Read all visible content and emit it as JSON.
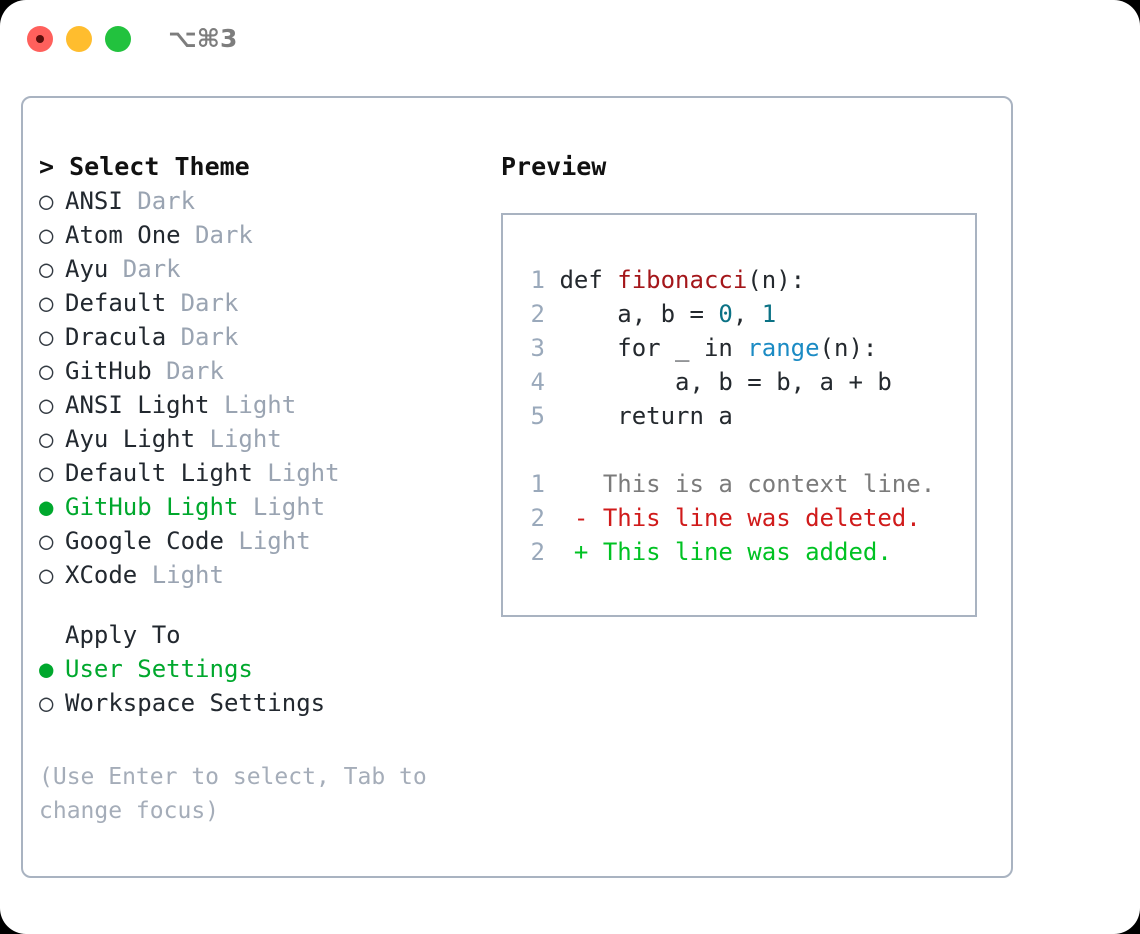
{
  "titlebar": {
    "shortcut": "⌥⌘3",
    "buttons": [
      {
        "name": "close",
        "color": "#ff605c"
      },
      {
        "name": "minimize",
        "color": "#ffbd2e"
      },
      {
        "name": "maximize",
        "color": "#22c23e"
      }
    ]
  },
  "theme_picker": {
    "heading": "> Select Theme",
    "marker_selected": "●",
    "marker_unselected": "○",
    "accent_color": "#00a82d",
    "badge_color": "#9aa4b2",
    "items": [
      {
        "marker": "○",
        "label": "ANSI",
        "badge": "Dark",
        "selected": false
      },
      {
        "marker": "○",
        "label": "Atom One",
        "badge": "Dark",
        "selected": false
      },
      {
        "marker": "○",
        "label": "Ayu",
        "badge": "Dark",
        "selected": false
      },
      {
        "marker": "○",
        "label": "Default",
        "badge": "Dark",
        "selected": false
      },
      {
        "marker": "○",
        "label": "Dracula",
        "badge": "Dark",
        "selected": false
      },
      {
        "marker": "○",
        "label": "GitHub",
        "badge": "Dark",
        "selected": false
      },
      {
        "marker": "○",
        "label": "ANSI Light",
        "badge": "Light",
        "selected": false
      },
      {
        "marker": "○",
        "label": "Ayu Light",
        "badge": "Light",
        "selected": false
      },
      {
        "marker": "○",
        "label": "Default Light",
        "badge": "Light",
        "selected": false
      },
      {
        "marker": "●",
        "label": "GitHub Light",
        "badge": "Light",
        "selected": true
      },
      {
        "marker": "○",
        "label": "Google Code",
        "badge": "Light",
        "selected": false
      },
      {
        "marker": "○",
        "label": "XCode",
        "badge": "Light",
        "selected": false
      }
    ]
  },
  "apply_to": {
    "heading": "Apply To",
    "options": [
      {
        "marker": "●",
        "label": "User Settings",
        "selected": true
      },
      {
        "marker": "○",
        "label": "Workspace Settings",
        "selected": false
      }
    ]
  },
  "hint": "(Use Enter to select, Tab to change focus)",
  "preview": {
    "heading": "Preview",
    "code_lines": [
      {
        "num": "1",
        "segments": [
          {
            "text": "def ",
            "style": "plain"
          },
          {
            "text": "fibonacci",
            "style": "fn"
          },
          {
            "text": "(n):",
            "style": "plain"
          }
        ]
      },
      {
        "num": "2",
        "segments": [
          {
            "text": "    a, b = ",
            "style": "plain"
          },
          {
            "text": "0",
            "style": "num"
          },
          {
            "text": ", ",
            "style": "plain"
          },
          {
            "text": "1",
            "style": "num"
          }
        ]
      },
      {
        "num": "3",
        "segments": [
          {
            "text": "    for _ in ",
            "style": "plain"
          },
          {
            "text": "range",
            "style": "call"
          },
          {
            "text": "(n):",
            "style": "plain"
          }
        ]
      },
      {
        "num": "4",
        "segments": [
          {
            "text": "        a, b = b, a + b",
            "style": "plain"
          }
        ]
      },
      {
        "num": "5",
        "segments": [
          {
            "text": "    return a",
            "style": "plain"
          }
        ]
      }
    ],
    "diff_lines": [
      {
        "num": "1",
        "sign": "  ",
        "text": "This is a context line.",
        "style": "ctx"
      },
      {
        "num": "2",
        "sign": "- ",
        "text": "This line was deleted.",
        "style": "del"
      },
      {
        "num": "2",
        "sign": "+ ",
        "text": "This line was added.",
        "style": "add"
      }
    ]
  }
}
